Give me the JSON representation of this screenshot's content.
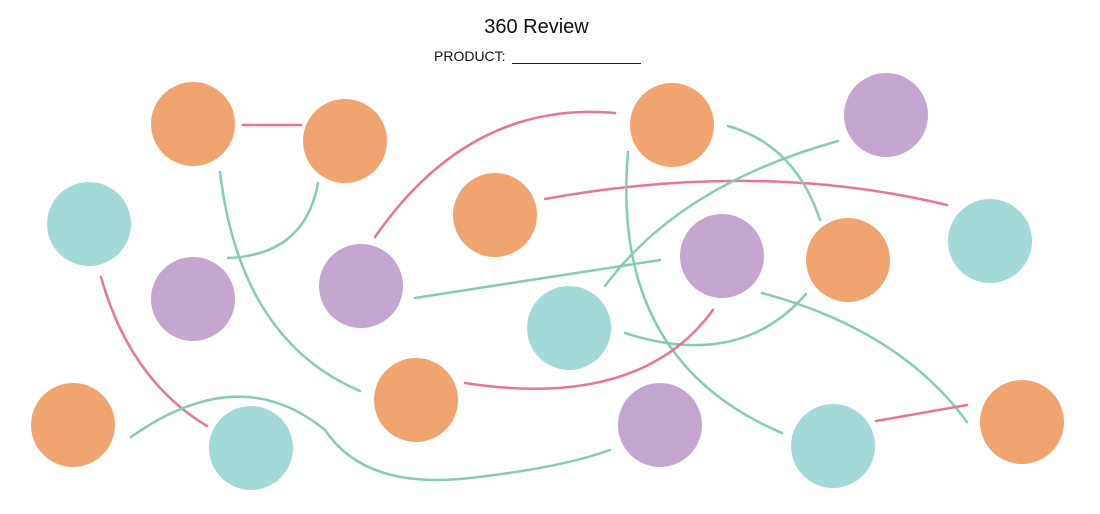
{
  "title": "360 Review",
  "product_label": "PRODUCT:",
  "colors": {
    "orange": "#F0A570",
    "teal": "#A3DAD7",
    "purple": "#C4A6D0",
    "pink_line": "#E9739A",
    "teal_line": "#86CCB2"
  },
  "node_kinds": [
    "orange",
    "teal",
    "purple"
  ]
}
